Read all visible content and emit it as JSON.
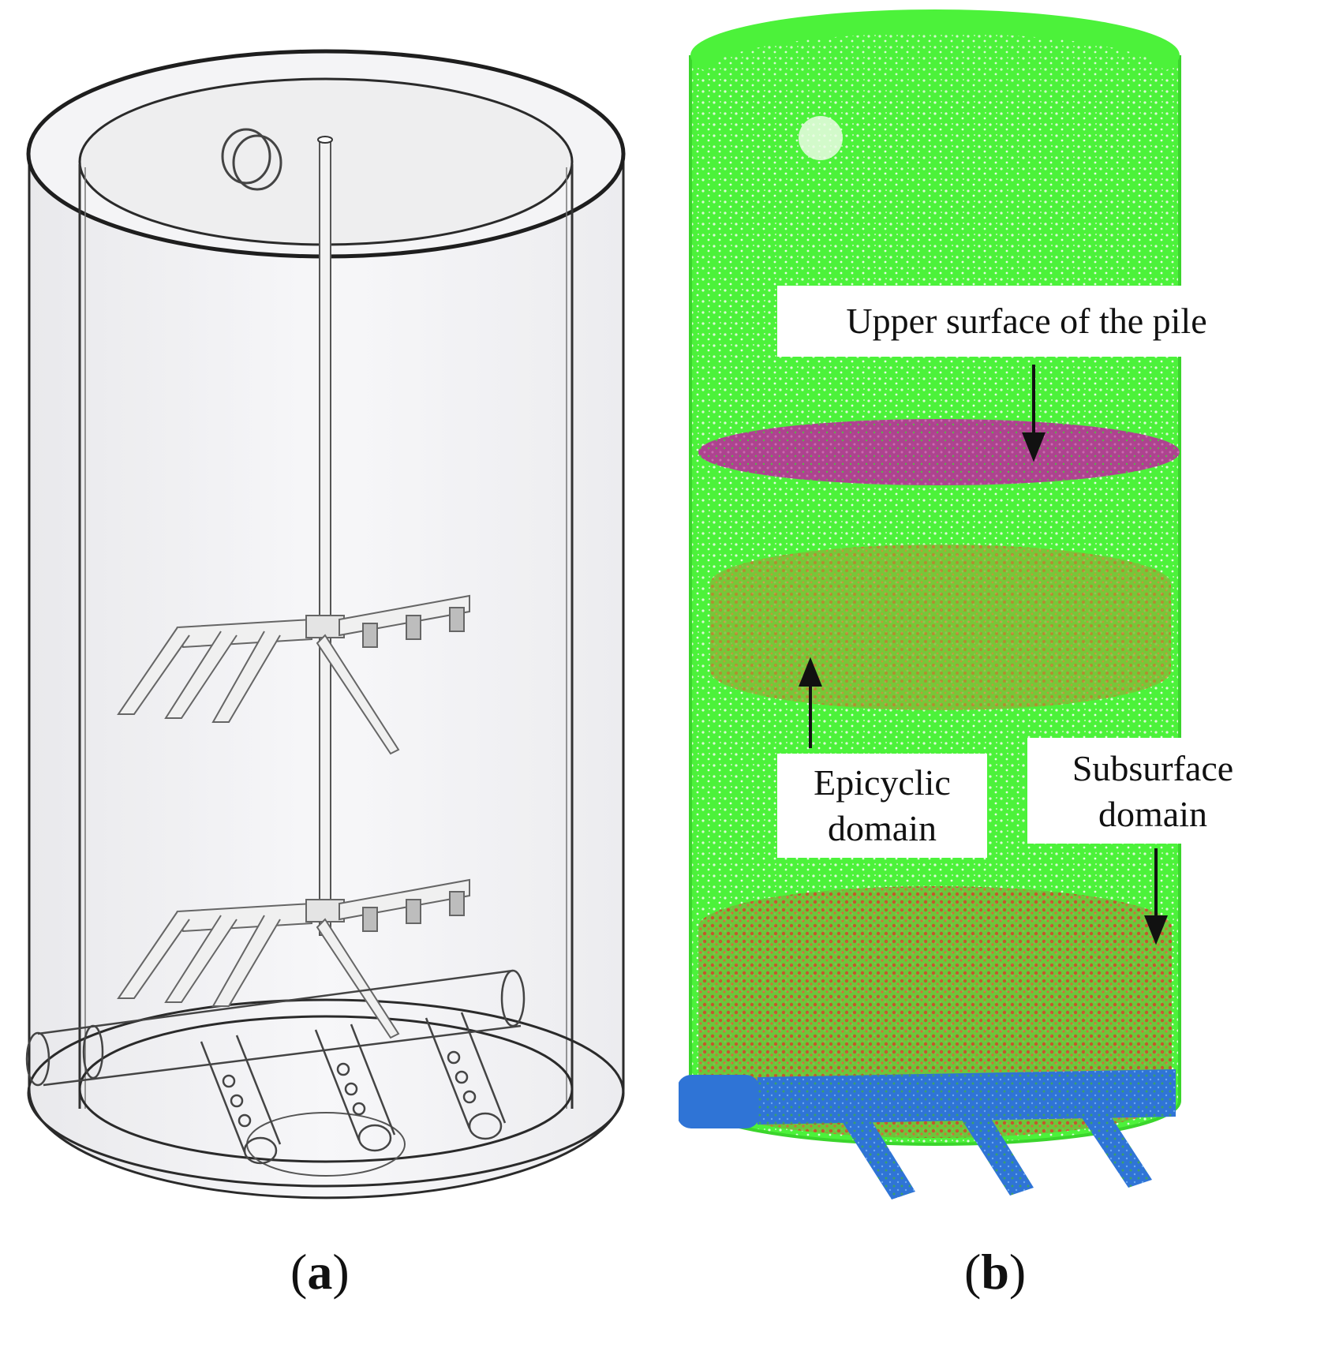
{
  "panels": {
    "a": {
      "label_open": "(",
      "label_letter": "a",
      "label_close": ")"
    },
    "b": {
      "label_open": "(",
      "label_letter": "b",
      "label_close": ")"
    }
  },
  "callouts": {
    "upper": "Upper surface of the pile",
    "epicyclic_line1": "Epicyclic",
    "epicyclic_line2": "domain",
    "subsurface_line1": "Subsurface",
    "subsurface_line2": "domain"
  },
  "colors": {
    "mesh_green": "#4cf23a",
    "upper_surface": "#b23a93",
    "epicyclic": "#c67a2e",
    "subsurface": "#d2452a",
    "inlet": "#2f74d6",
    "outline": "#333333"
  }
}
